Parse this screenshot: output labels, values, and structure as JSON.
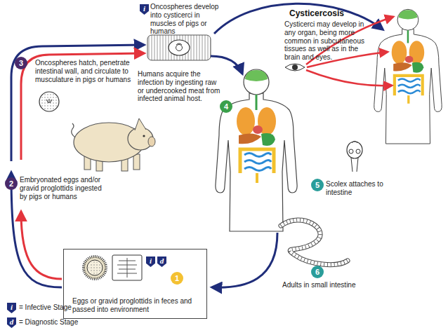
{
  "diagram": {
    "nodes": [
      {
        "text": [
          "Eggs or gravid proglottids in feces and passed into environment"
        ]
      }
    ],
    "labels": [
      "i",
      "Oncospheres develop into cysticerci in muscles of pigs or humans",
      "Cysticercosis",
      "Cysticerci may develop in any organ, being more common in subcutaneous tissues as well as in the brain and eyes.",
      "3",
      "Oncospheres hatch, penetrate intestinal wall, and circulate to musculature in pigs or humans",
      "Humans acquire the infection by ingesting raw or undercooked meat from infected animal host.",
      "4",
      "5",
      "Scolex attaches to intestine",
      "2",
      "Embryonated eggs and/or gravid proglottids ingested by pigs or humans",
      "6",
      "Adults in small intestine",
      "i",
      "d",
      "1",
      "i",
      "d"
    ],
    "legend": [
      {
        "text": "= Infective Stage"
      },
      {
        "text": "= Diagnostic Stage"
      }
    ]
  }
}
